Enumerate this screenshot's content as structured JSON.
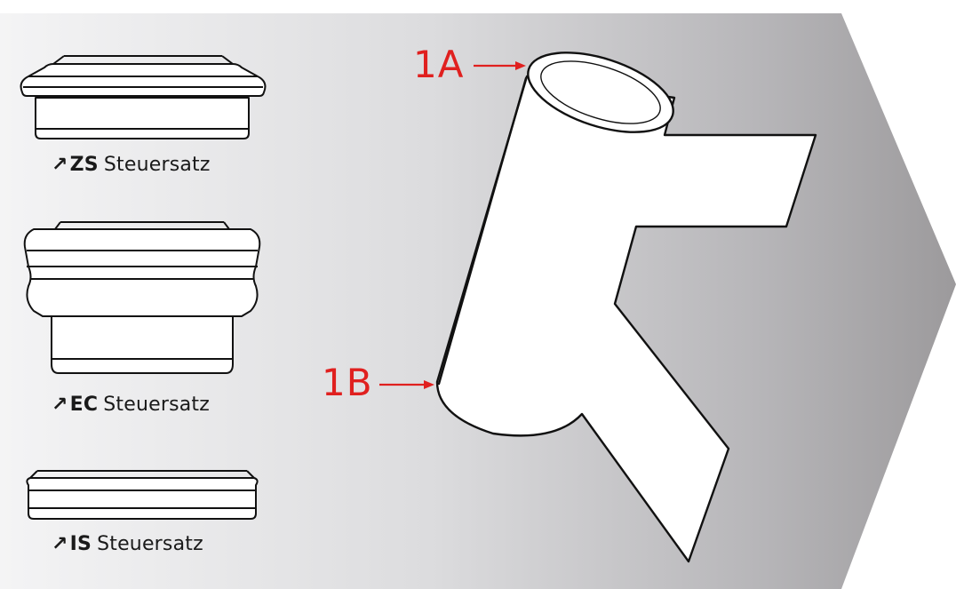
{
  "headsets": [
    {
      "code": "ZS",
      "name": "Steuersatz",
      "arrow_glyph": "↗"
    },
    {
      "code": "EC",
      "name": "Steuersatz",
      "arrow_glyph": "↗"
    },
    {
      "code": "IS",
      "name": "Steuersatz",
      "arrow_glyph": "↗"
    }
  ],
  "callouts": {
    "top": "1A",
    "bottom": "1B"
  },
  "colors": {
    "callout": "#e0201f",
    "outline": "#111111",
    "gradient_light": "#f2f2f3",
    "gradient_dark": "#9c9a9c"
  }
}
